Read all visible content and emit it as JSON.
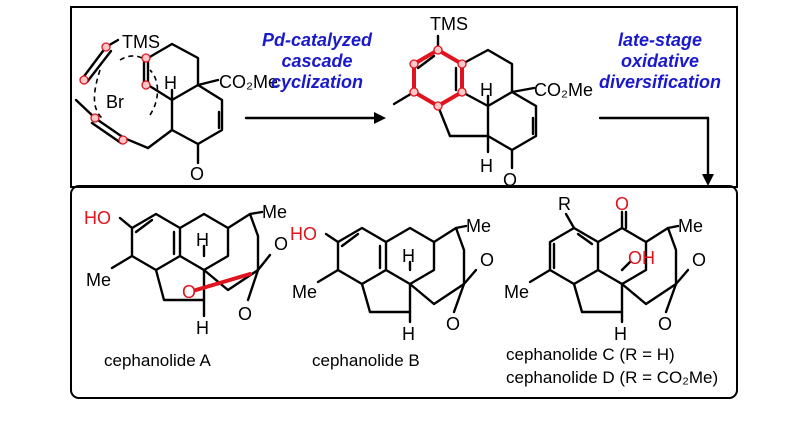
{
  "reaction": {
    "step1": {
      "line1": "Pd-catalyzed",
      "line2": "cascade",
      "line3": "cyclization"
    },
    "step2": {
      "line1": "late-stage",
      "line2": "oxidative",
      "line3": "diversification"
    }
  },
  "labels": {
    "tms": "TMS",
    "br": "Br",
    "h": "H",
    "co2me": "CO₂Me",
    "o": "O",
    "me": "Me",
    "ho": "HO",
    "oh": "OH",
    "r": "R"
  },
  "products": {
    "a": "cephanolide A",
    "b": "cephanolide B",
    "c": "cephanolide C (R = H)",
    "d": "cephanolide D (R = CO₂Me)"
  },
  "colors": {
    "condition": "#1a1acc",
    "highlight": "#e0141e",
    "atom_fill": "#ffc7c7"
  }
}
